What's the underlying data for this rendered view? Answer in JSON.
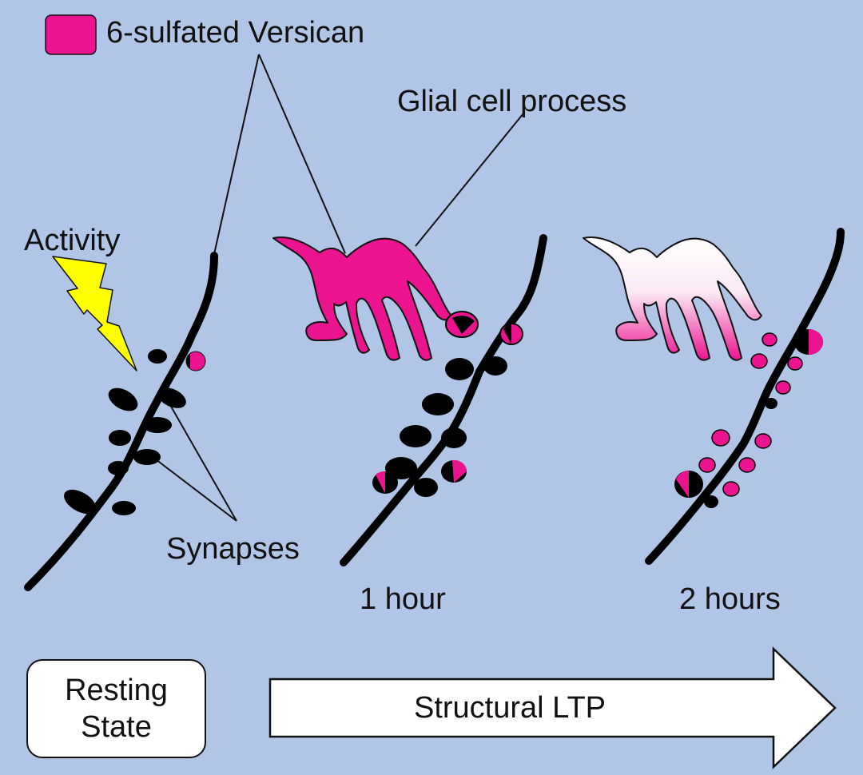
{
  "legend": {
    "label": "6-sulfated Versican",
    "swatch_color": "#ec138f"
  },
  "labels": {
    "glial": "Glial cell process",
    "activity": "Activity",
    "synapses": "Synapses",
    "hour1": "1 hour",
    "hour2": "2 hours"
  },
  "resting_state": {
    "text": "Resting\nState"
  },
  "arrow": {
    "label": "Structural LTP"
  },
  "colors": {
    "background": "#b1c6e6",
    "versican": "#ec138f",
    "dendrite": "#000000",
    "lightning": "#ffff00",
    "faded_glia": "#ffffff"
  },
  "icons": {
    "activity": "lightning-bolt-icon"
  }
}
